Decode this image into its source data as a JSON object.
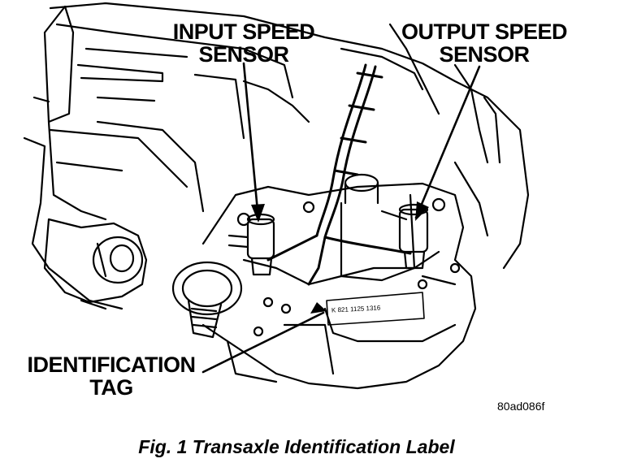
{
  "labels": {
    "input_speed_sensor": [
      "INPUT SPEED",
      "SENSOR"
    ],
    "output_speed_sensor": [
      "OUTPUT SPEED",
      "SENSOR"
    ],
    "identification_tag": [
      "IDENTIFICATION",
      "TAG"
    ]
  },
  "tag_text": "K 821 1125 1316",
  "reference_code": "80ad086f",
  "caption": "Fig. 1 Transaxle Identification Label"
}
